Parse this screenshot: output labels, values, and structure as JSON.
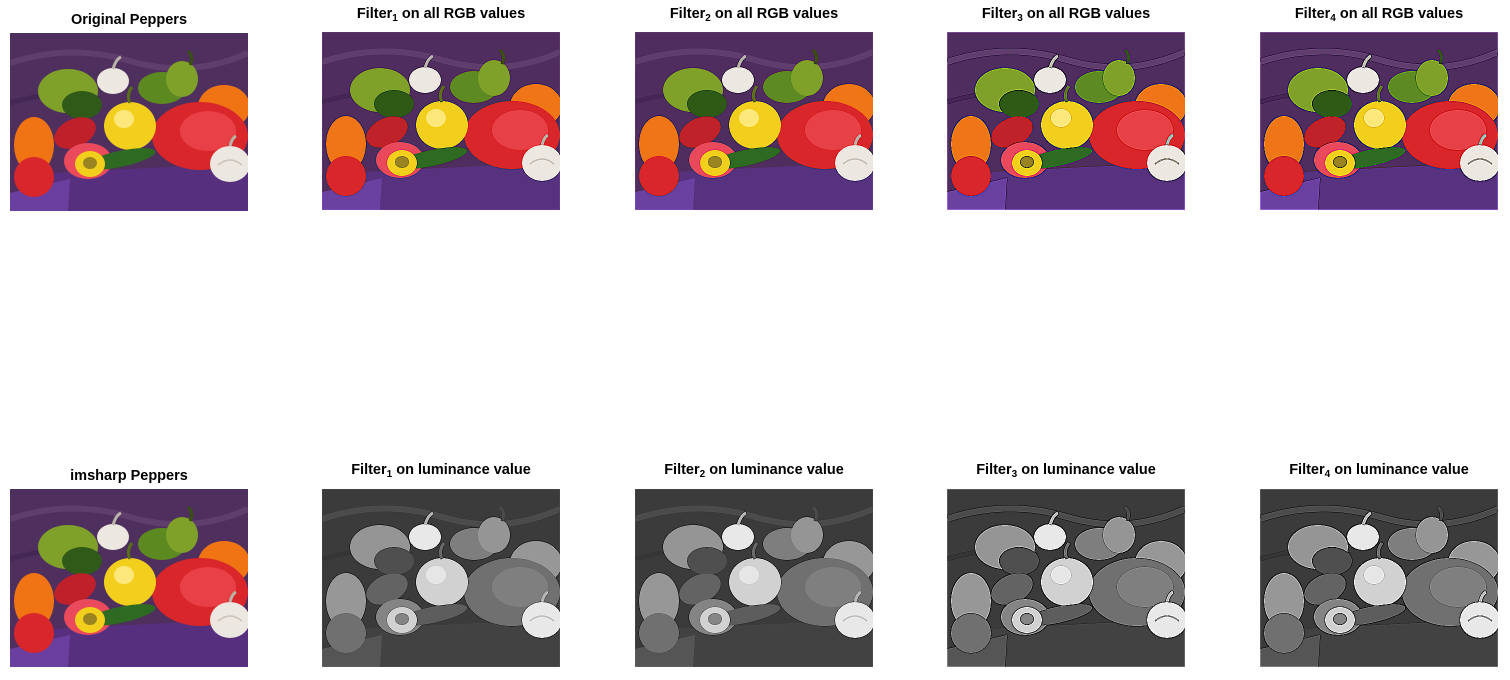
{
  "panels": [
    {
      "title": {
        "pre": "Original Peppers",
        "sub": "",
        "post": ""
      },
      "mode": "color",
      "sharp": 0
    },
    {
      "title": {
        "pre": "Filter",
        "sub": "1",
        "post": " on all RGB values"
      },
      "mode": "color",
      "sharp": 1
    },
    {
      "title": {
        "pre": "Filter",
        "sub": "2",
        "post": " on all RGB values"
      },
      "mode": "color",
      "sharp": 1
    },
    {
      "title": {
        "pre": "Filter",
        "sub": "3",
        "post": " on all RGB values"
      },
      "mode": "color",
      "sharp": 2
    },
    {
      "title": {
        "pre": "Filter",
        "sub": "4",
        "post": " on all RGB values"
      },
      "mode": "color",
      "sharp": 2
    },
    {
      "title": {
        "pre": "imsharp Peppers",
        "sub": "",
        "post": ""
      },
      "mode": "color",
      "sharp": 0
    },
    {
      "title": {
        "pre": "Filter",
        "sub": "1",
        "post": " on luminance value"
      },
      "mode": "gray",
      "sharp": 1
    },
    {
      "title": {
        "pre": "Filter",
        "sub": "2",
        "post": " on luminance value"
      },
      "mode": "gray",
      "sharp": 1
    },
    {
      "title": {
        "pre": "Filter",
        "sub": "3",
        "post": " on luminance value"
      },
      "mode": "gray",
      "sharp": 2
    },
    {
      "title": {
        "pre": "Filter",
        "sub": "4",
        "post": " on luminance value"
      },
      "mode": "gray",
      "sharp": 2
    }
  ],
  "colors": {
    "backdrop": "#4f2f5e",
    "cloth": "#56307f",
    "red": "#d8262b",
    "green": "#7fa12a",
    "yellow": "#f2cf1c",
    "orange": "#f07414",
    "garlic": "#ece7e0",
    "chili": "#2f6a22"
  }
}
